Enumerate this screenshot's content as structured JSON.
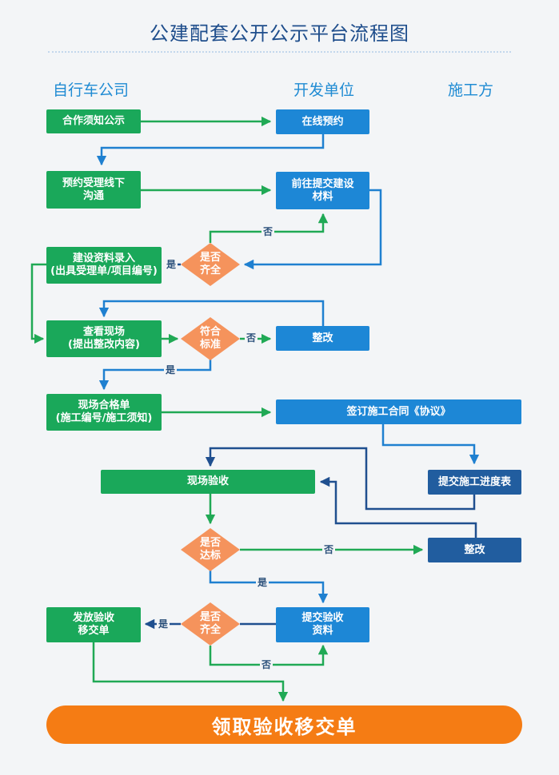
{
  "title": "公建配套公开公示平台流程图",
  "columns": {
    "left": "自行车公司",
    "middle": "开发单位",
    "right": "施工方"
  },
  "steps": {
    "hezuo": "合作须知公示",
    "zaixian": "在线预约",
    "yuyue_shouli": "预约受理线下\n沟通",
    "tijiao_cailiao": "前往提交建设\n材料",
    "ziliao_luru": "建设资料录入\n(出具受理单/项目编号)",
    "chakan": "查看现场\n(提出整改内容)",
    "zhenggai1": "整改",
    "hege_dan": "现场合格单\n(施工编号/施工须知)",
    "qianding": "签订施工合同《协议》",
    "jindu": "提交施工进度表",
    "yanshou": "现场验收",
    "zhenggai2": "整改",
    "tijiao_yanshou": "提交验收\n资料",
    "fafang": "发放验收\n移交单",
    "final": "领取验收移交单"
  },
  "decisions": {
    "qiquan1": "是否\n齐全",
    "fuhe": "符合\n标准",
    "dabiao": "是否\n达标",
    "qiquan2": "是否\n齐全"
  },
  "edge_labels": {
    "yes": "是",
    "no": "否"
  },
  "colors": {
    "green_box": "#1aa85a",
    "blue_box": "#1d87d6",
    "navy_box": "#215d9f",
    "diamond": "#f5935c",
    "final": "#f57c14",
    "green_line": "#20a955",
    "blue_line": "#1f80d0",
    "navy_line": "#1f4f8f",
    "title": "#1f4e8c"
  }
}
